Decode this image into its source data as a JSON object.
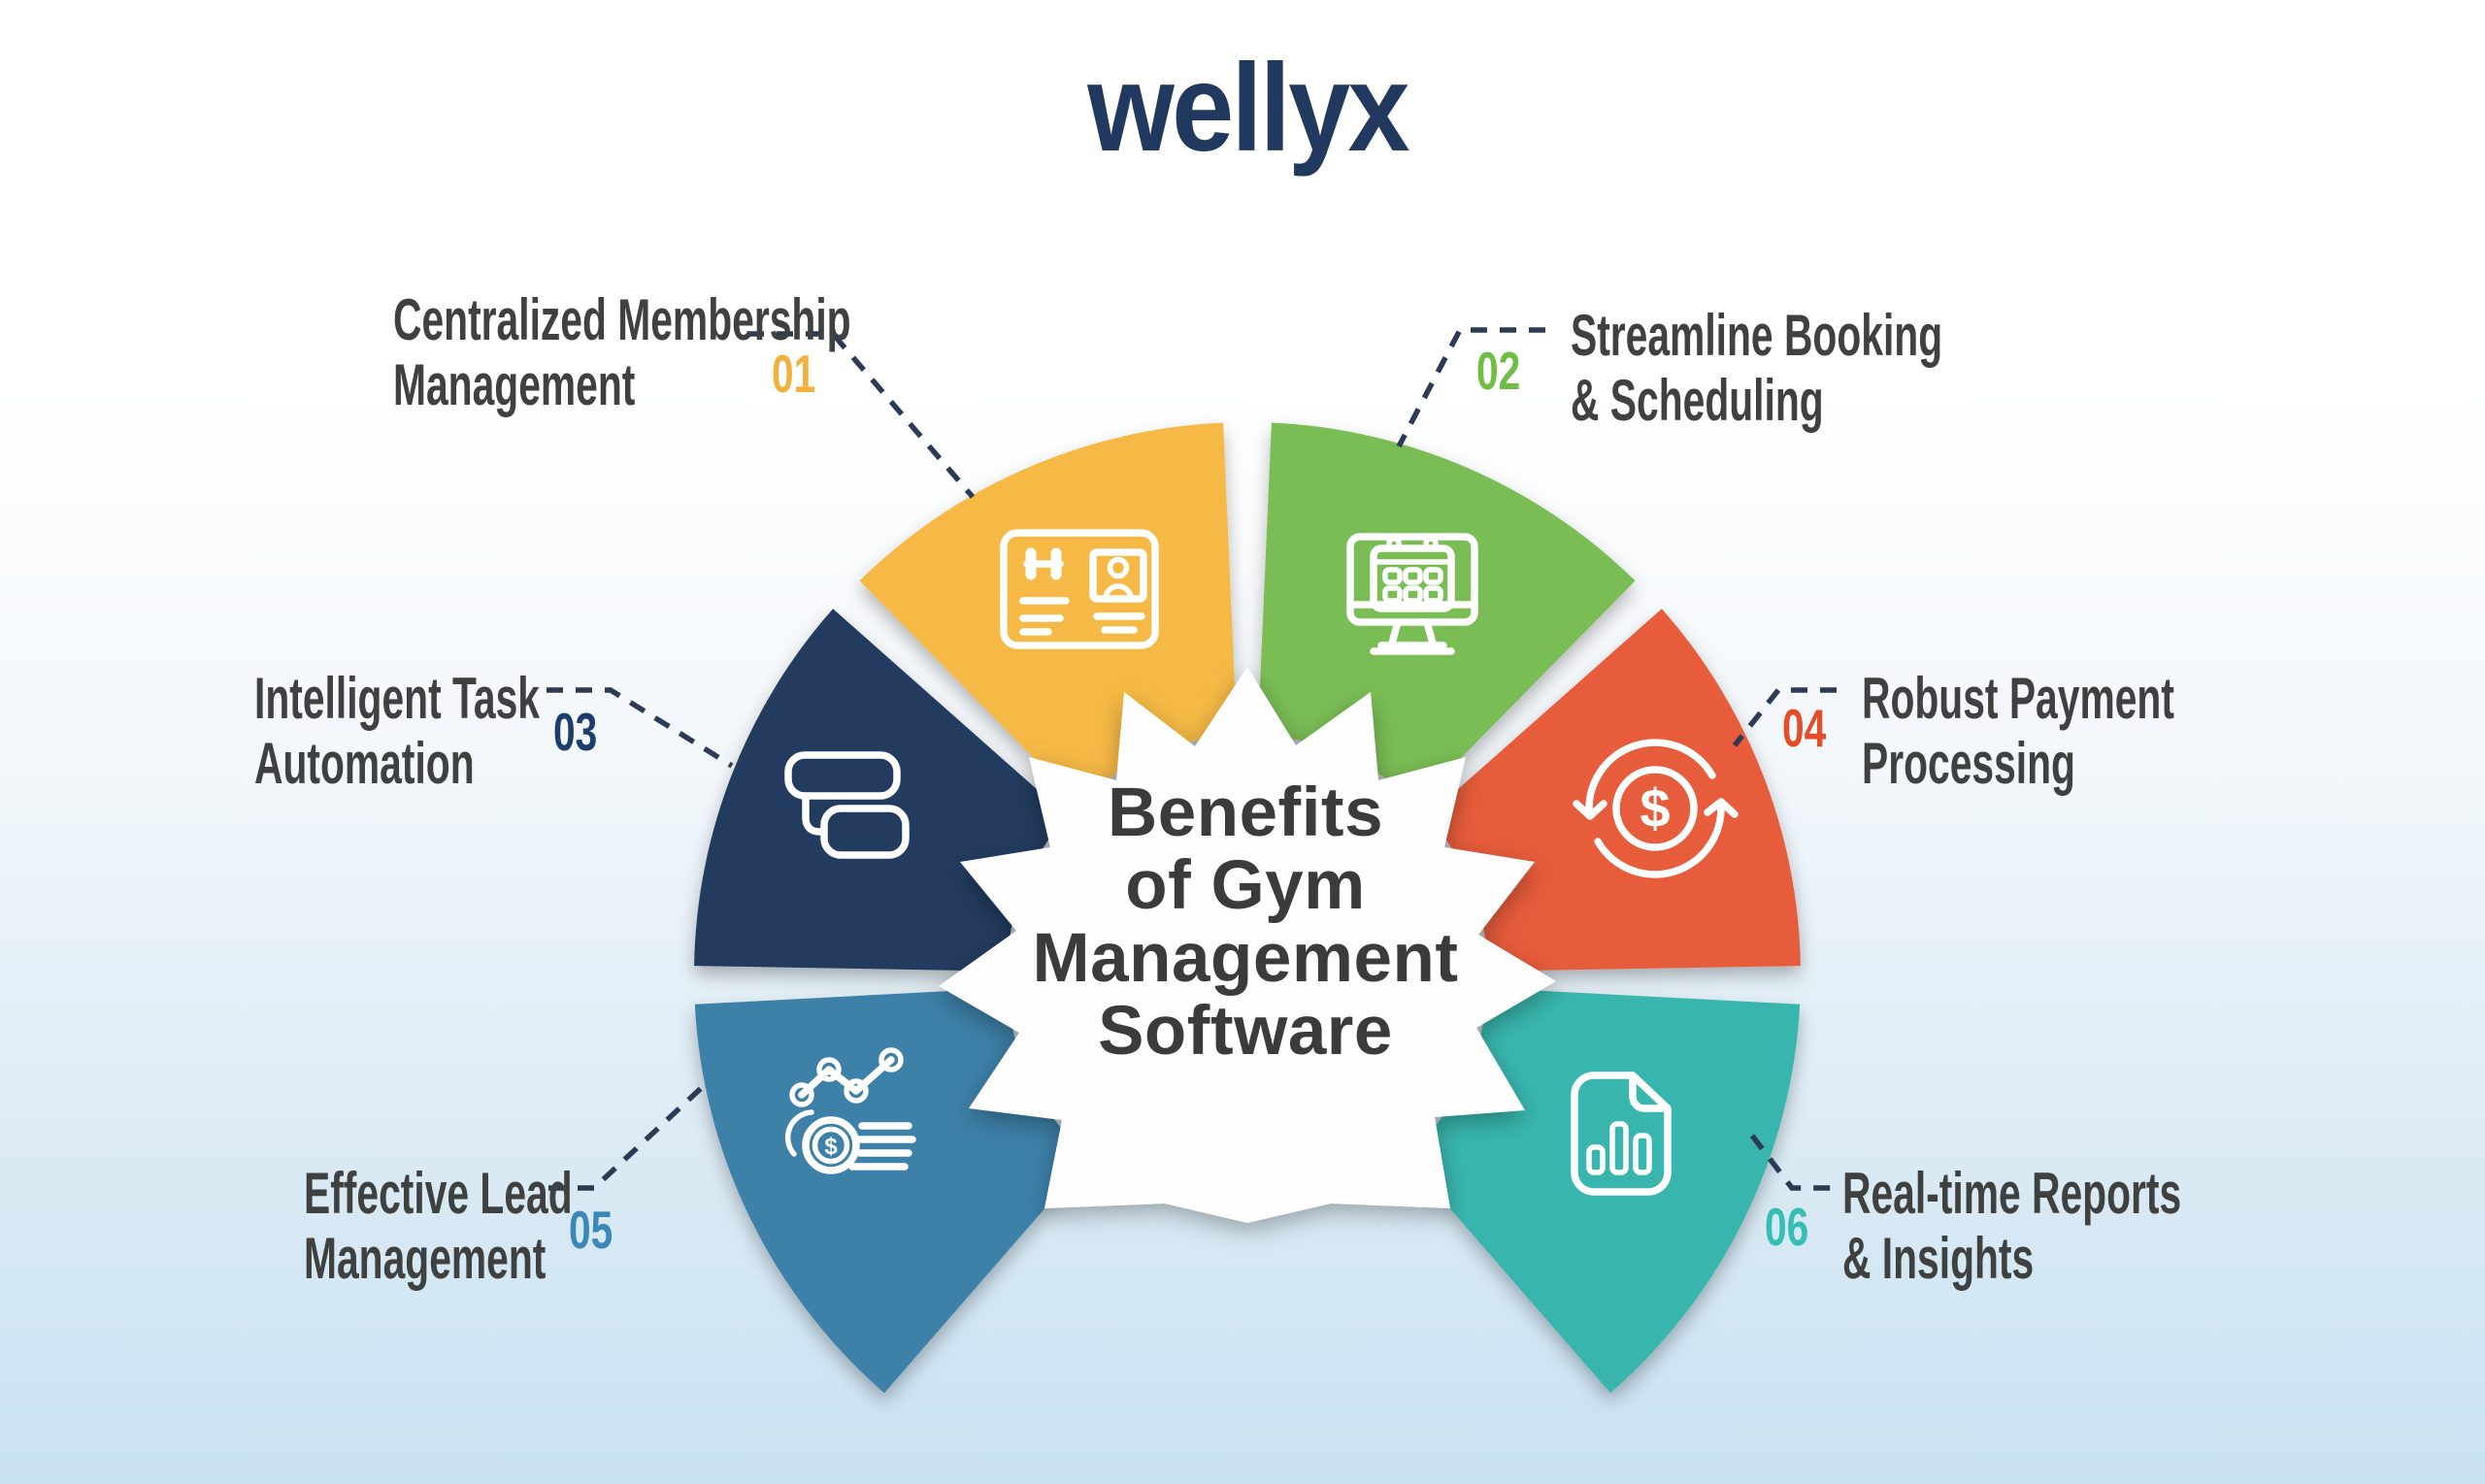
{
  "logo": {
    "text": "wellyx",
    "color": "#21395F"
  },
  "title": {
    "lines": [
      "Benefits",
      "of Gym",
      "Management",
      "Software"
    ],
    "color": "#3B3B3B"
  },
  "label_color": "#3F4040",
  "connector_color": "#2B3B55",
  "background": {
    "top": "#FFFFFF",
    "bottom": "#C9E2F2"
  },
  "segments": [
    {
      "number": "01",
      "line1": "Centralized Membership",
      "line2": "Management",
      "color": "#F6B945",
      "number_color": "#F2B03C",
      "icon": "membership-card-icon"
    },
    {
      "number": "02",
      "line1": "Streamline Booking",
      "line2": "& Scheduling",
      "color": "#7ABD55",
      "number_color": "#6FBE44",
      "icon": "booking-calendar-icon"
    },
    {
      "number": "03",
      "line1": "Intelligent Task",
      "line2": "Automation",
      "color": "#233A5E",
      "number_color": "#1C3E6E",
      "icon": "task-automation-icon"
    },
    {
      "number": "04",
      "line1": "Robust Payment",
      "line2": "Processing",
      "color": "#E75B3B",
      "number_color": "#E44D28",
      "icon": "payment-cycle-icon"
    },
    {
      "number": "05",
      "line1": "Effective Lead",
      "line2": "Management",
      "color": "#3C80A8",
      "number_color": "#3B87B5",
      "icon": "lead-analytics-icon"
    },
    {
      "number": "06",
      "line1": "Real-time Reports",
      "line2": "& Insights",
      "color": "#38B6AD",
      "number_color": "#35BEB4",
      "icon": "report-document-icon"
    }
  ],
  "icon_glyphs": {
    "dollar": "$"
  }
}
